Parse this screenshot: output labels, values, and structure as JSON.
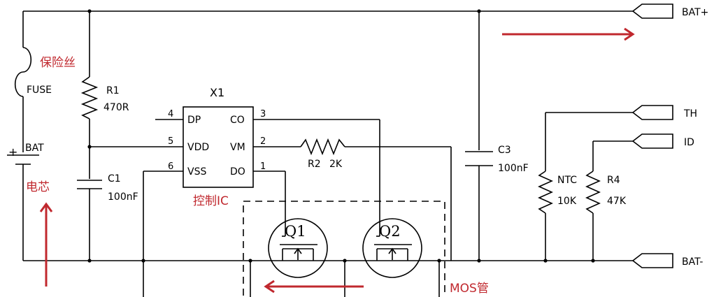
{
  "terminals": {
    "bat_plus": "BAT+",
    "bat_minus": "BAT-",
    "th": "TH",
    "id": "ID"
  },
  "fuse": {
    "label": "FUSE",
    "cn": "保险丝"
  },
  "battery": {
    "label": "BAT",
    "cn": "电芯",
    "plus": "+"
  },
  "r1": {
    "name": "R1",
    "value": "470R"
  },
  "c1": {
    "name": "C1",
    "value": "100nF"
  },
  "ic": {
    "name": "X1",
    "cn": "控制IC",
    "pins_left": [
      {
        "num": "4",
        "name": "DP"
      },
      {
        "num": "5",
        "name": "VDD"
      },
      {
        "num": "6",
        "name": "VSS"
      }
    ],
    "pins_right": [
      {
        "num": "3",
        "name": "CO"
      },
      {
        "num": "2",
        "name": "VM"
      },
      {
        "num": "1",
        "name": "DO"
      }
    ]
  },
  "r2": {
    "name": "R2",
    "value": "2K"
  },
  "mos": {
    "q1": "Q1",
    "q2": "Q2",
    "cn": "MOS管"
  },
  "c3": {
    "name": "C3",
    "value": "100nF"
  },
  "ntc": {
    "name": "NTC",
    "value": "10K"
  },
  "r4": {
    "name": "R4",
    "value": "47K"
  },
  "colors": {
    "annotation": "#c0282e",
    "wire": "#000000"
  }
}
